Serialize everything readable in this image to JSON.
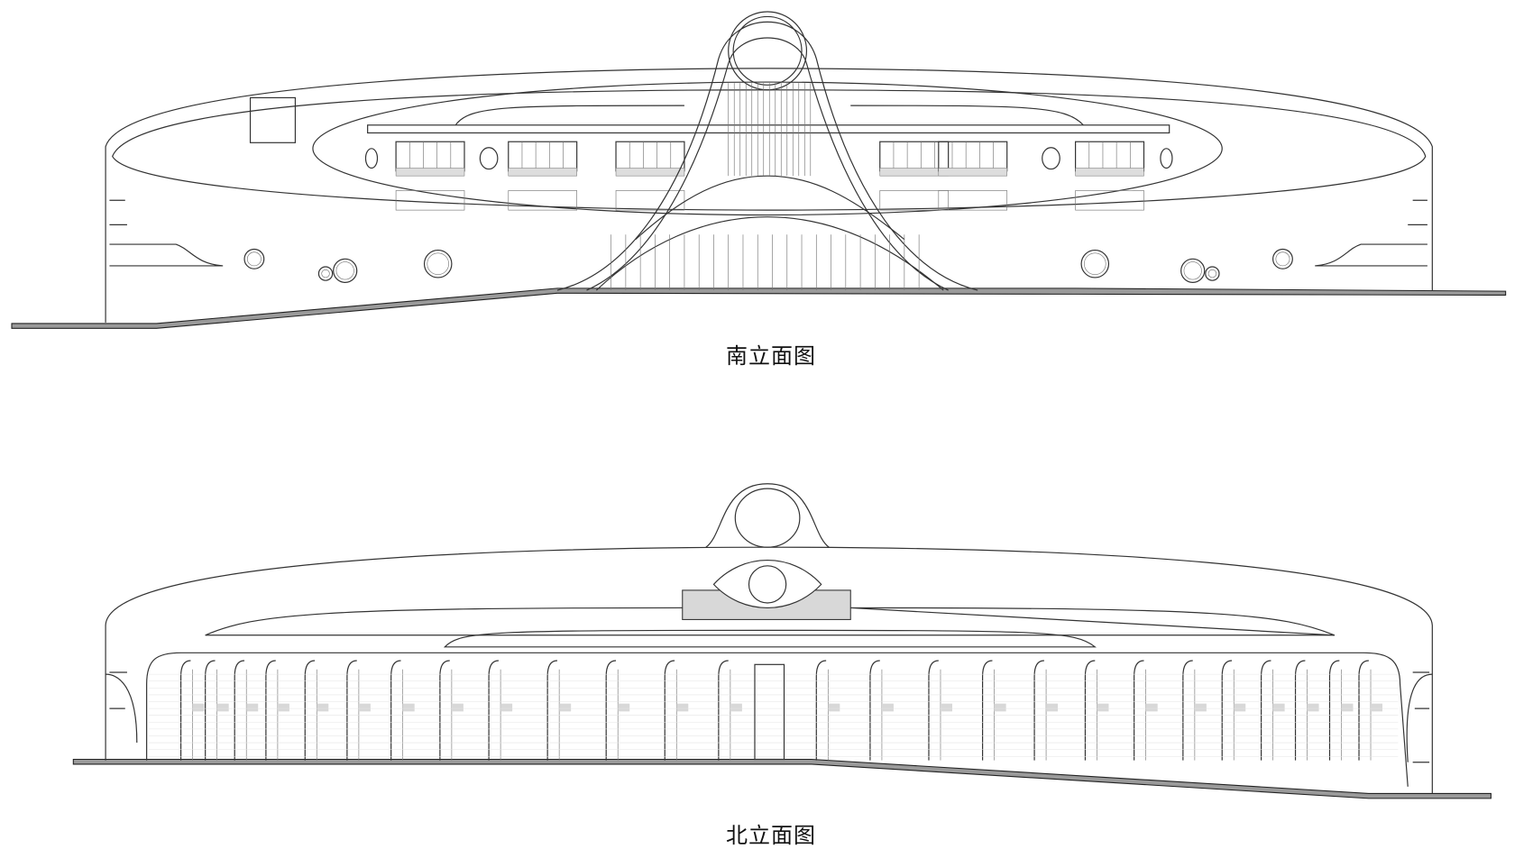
{
  "drawings": [
    {
      "id": "south",
      "title": "南立面图"
    },
    {
      "id": "north",
      "title": "北立面图"
    }
  ],
  "colors": {
    "line": "#333333",
    "ground": "#9a9a9a",
    "panel": "#d8d8d8",
    "background": "#ffffff"
  }
}
